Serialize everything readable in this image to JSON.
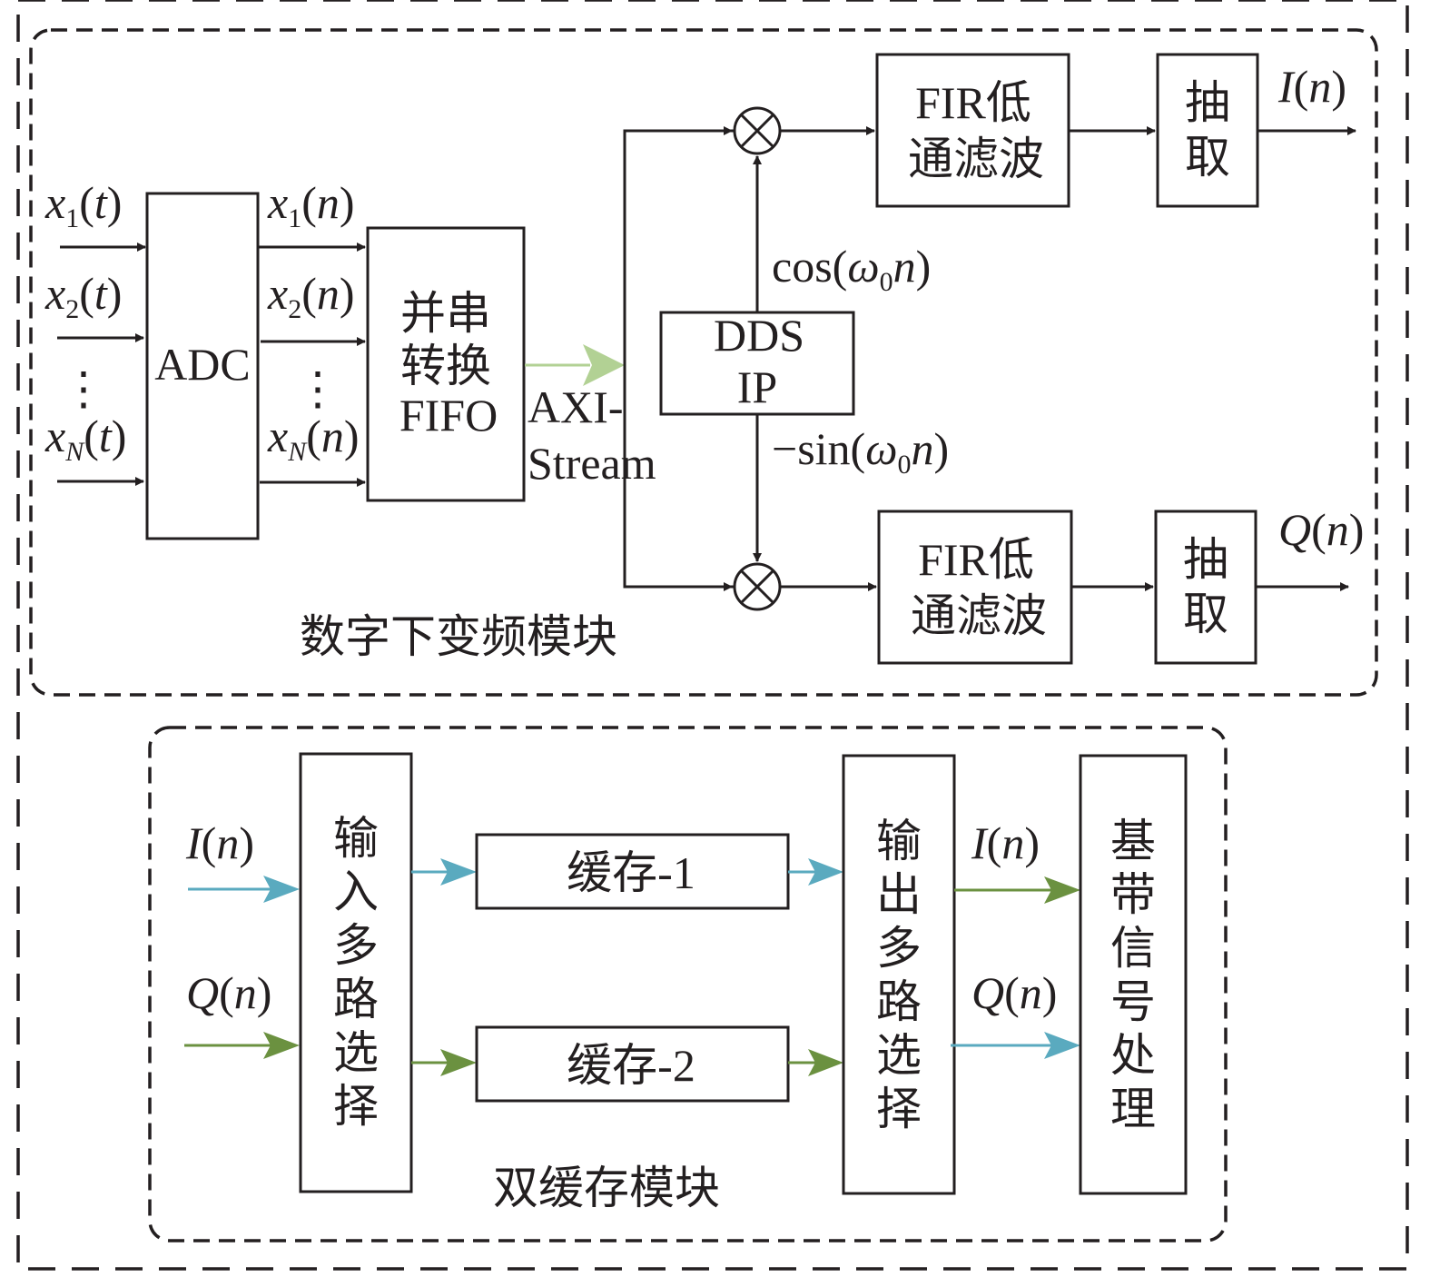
{
  "colors": {
    "ink": "#231f20",
    "i_path": "#5aaabf",
    "q_path": "#6b9140",
    "axi": "#b2d194"
  },
  "ddc_module": {
    "title": "数字下变频模块",
    "inputs": [
      {
        "sym": "x",
        "sub": "1",
        "arg": "t"
      },
      {
        "sym": "x",
        "sub": "2",
        "arg": "t"
      },
      {
        "sym": "x",
        "sub": "N",
        "arg": "t"
      }
    ],
    "adc_label": "ADC",
    "adc_outputs": [
      {
        "sym": "x",
        "sub": "1",
        "arg": "n"
      },
      {
        "sym": "x",
        "sub": "2",
        "arg": "n"
      },
      {
        "sym": "x",
        "sub": "N",
        "arg": "n"
      }
    ],
    "ellipsis": "⋮",
    "fifo_lines": [
      "并串",
      "转换",
      "FIFO"
    ],
    "axi_lines": [
      "AXI-",
      "Stream"
    ],
    "dds_lines": [
      "DDS",
      "IP"
    ],
    "cos_label": {
      "pre": "cos(",
      "omega": "ω",
      "sub": "0",
      "n": "n",
      "post": ")"
    },
    "sin_label": {
      "pre": "−sin(",
      "omega": "ω",
      "sub": "0",
      "n": "n",
      "post": ")"
    },
    "mixer_symbol": "⊗",
    "fir_lines": [
      "FIR低",
      "通滤波"
    ],
    "decimate_lines": [
      "抽",
      "取"
    ],
    "out_i": {
      "sym": "I",
      "arg": "n"
    },
    "out_q": {
      "sym": "Q",
      "arg": "n"
    }
  },
  "dual_buffer_module": {
    "title": "双缓存模块",
    "in_i": {
      "sym": "I",
      "arg": "n"
    },
    "in_q": {
      "sym": "Q",
      "arg": "n"
    },
    "input_mux": [
      "输",
      "入",
      "多",
      "路",
      "选",
      "择"
    ],
    "buffer1": "缓存-1",
    "buffer2": "缓存-2",
    "output_mux": [
      "输",
      "出",
      "多",
      "路",
      "选",
      "择"
    ],
    "out_i": {
      "sym": "I",
      "arg": "n"
    },
    "out_q": {
      "sym": "Q",
      "arg": "n"
    },
    "baseband": [
      "基",
      "带",
      "信",
      "号",
      "处",
      "理"
    ]
  }
}
